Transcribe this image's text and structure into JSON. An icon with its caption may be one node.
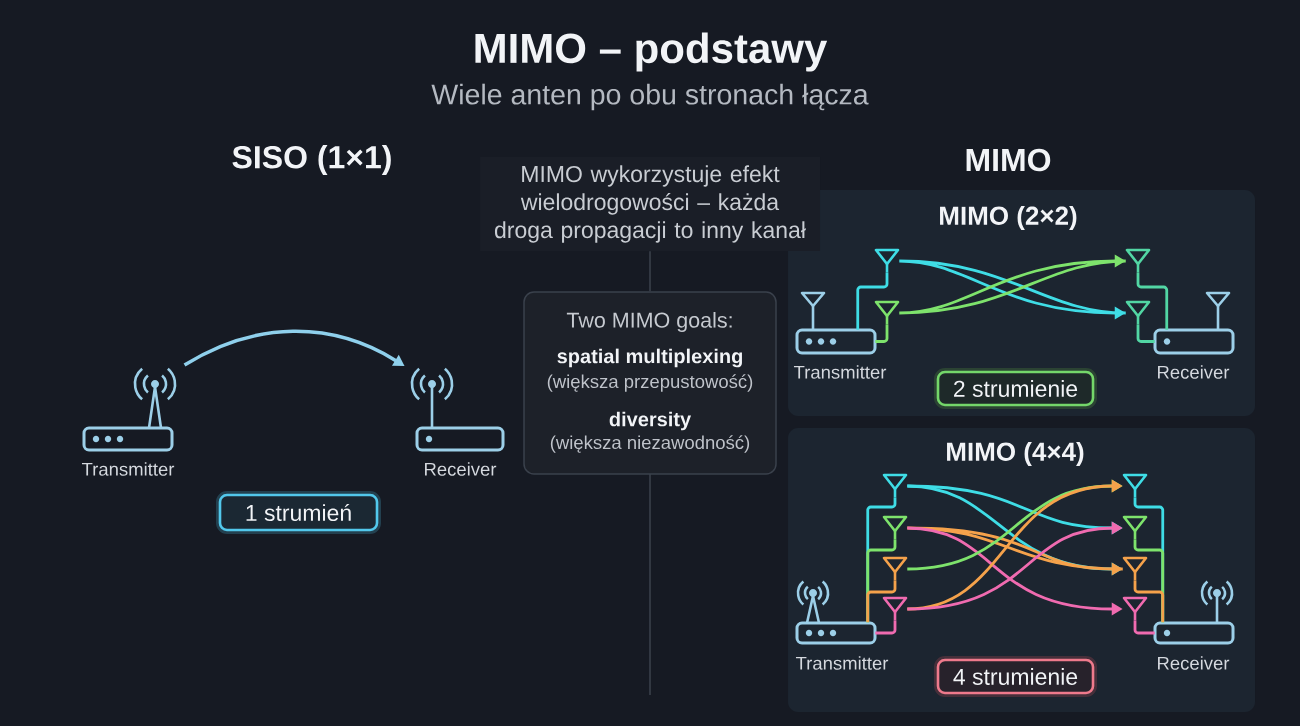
{
  "diagram": {
    "title": "MIMO – podstawy",
    "nodes": [
      {
        "text": [
          "Transmitter"
        ]
      },
      {
        "text": [
          "Receiver"
        ]
      },
      {
        "text": [
          "1 strumień"
        ]
      },
      {
        "text": [
          "MIMO wykorzystuje efekt wielodrogowości – każda droga propagacji to inny kanał"
        ]
      },
      {
        "text": [
          "Two MIMO goals:",
          "spatial multiplexing",
          "(większa przepustowość)",
          "diversity",
          "(większa niezawodność)"
        ]
      },
      {
        "text": [
          "MIMO (2×2)"
        ]
      },
      {
        "text": [
          "Transmitter"
        ],
        "in": 5
      },
      {
        "text": [],
        "shape": "antenna",
        "in": 5
      },
      {
        "text": [],
        "shape": "antenna",
        "in": 5
      },
      {
        "text": [],
        "shape": "antenna",
        "in": 5
      },
      {
        "text": [],
        "shape": "antenna",
        "in": 5
      },
      {
        "text": [
          "Receiver"
        ],
        "in": 5
      },
      {
        "text": [
          "2 strumienie"
        ],
        "in": 5
      },
      {
        "text": [
          "MIMO (4×4)"
        ]
      },
      {
        "text": [
          "Transmitter"
        ],
        "in": 13
      },
      {
        "text": [],
        "shape": "antenna",
        "in": 13
      },
      {
        "text": [],
        "shape": "antenna",
        "in": 13
      },
      {
        "text": [],
        "shape": "antenna",
        "in": 13
      },
      {
        "text": [],
        "shape": "antenna",
        "in": 13
      },
      {
        "text": [],
        "shape": "antenna",
        "in": 13
      },
      {
        "text": [],
        "shape": "antenna",
        "in": 13
      },
      {
        "text": [],
        "shape": "antenna",
        "in": 13
      },
      {
        "text": [],
        "shape": "antenna",
        "in": 13
      },
      {
        "text": [
          "Receiver"
        ],
        "in": 13
      },
      {
        "text": [
          "4 strumienie"
        ],
        "in": 13
      }
    ],
    "edges": [
      {
        "from": 0,
        "to": 1,
        "arrow": "to",
        "color": "#8fd0ec"
      },
      {
        "from": 6,
        "to": 7,
        "arrow": "none",
        "color": "#3fdde6"
      },
      {
        "from": 6,
        "to": 8,
        "arrow": "none",
        "color": "#7ee36c"
      },
      {
        "from": 9,
        "to": 11,
        "arrow": "none",
        "color": "#52d6a4"
      },
      {
        "from": 10,
        "to": 11,
        "arrow": "none",
        "color": "#52d6a4"
      },
      {
        "from": 7,
        "to": 10,
        "arrow": "to",
        "color": "#3fdde6"
      },
      {
        "from": 8,
        "to": 9,
        "arrow": "to",
        "color": "#7ee36c"
      },
      {
        "from": 14,
        "to": 15,
        "arrow": "none",
        "color": "#3fdde6"
      },
      {
        "from": 14,
        "to": 16,
        "arrow": "none",
        "color": "#7ee36c"
      },
      {
        "from": 14,
        "to": 17,
        "arrow": "none",
        "color": "#f5a24b"
      },
      {
        "from": 14,
        "to": 18,
        "arrow": "none",
        "color": "#f06bb0"
      },
      {
        "from": 19,
        "to": 23,
        "arrow": "none",
        "color": "#3fdde6"
      },
      {
        "from": 20,
        "to": 23,
        "arrow": "none",
        "color": "#7ee36c"
      },
      {
        "from": 21,
        "to": 23,
        "arrow": "none",
        "color": "#f5a24b"
      },
      {
        "from": 22,
        "to": 23,
        "arrow": "none",
        "color": "#f06bb0"
      },
      {
        "from": 15,
        "to": 20,
        "arrow": "to",
        "color": "#3fdde6"
      },
      {
        "from": 15,
        "to": 21,
        "arrow": "to",
        "color": "#3fdde6"
      },
      {
        "from": 16,
        "to": 21,
        "arrow": "to",
        "color": "#f5a24b"
      },
      {
        "from": 16,
        "to": 22,
        "arrow": "to",
        "color": "#f06bb0"
      },
      {
        "from": 17,
        "to": 19,
        "arrow": "to",
        "color": "#7ee36c"
      },
      {
        "from": 18,
        "to": 19,
        "arrow": "to",
        "color": "#f5a24b"
      },
      {
        "from": 18,
        "to": 20,
        "arrow": "to",
        "color": "#f06bb0"
      },
      {
        "from": 3,
        "to": 4,
        "arrow": "none",
        "color": "#3c434d"
      }
    ],
    "labels": [
      "Wiele anten po obu stronach łącza",
      "SISO (1×1)",
      "MIMO"
    ]
  }
}
